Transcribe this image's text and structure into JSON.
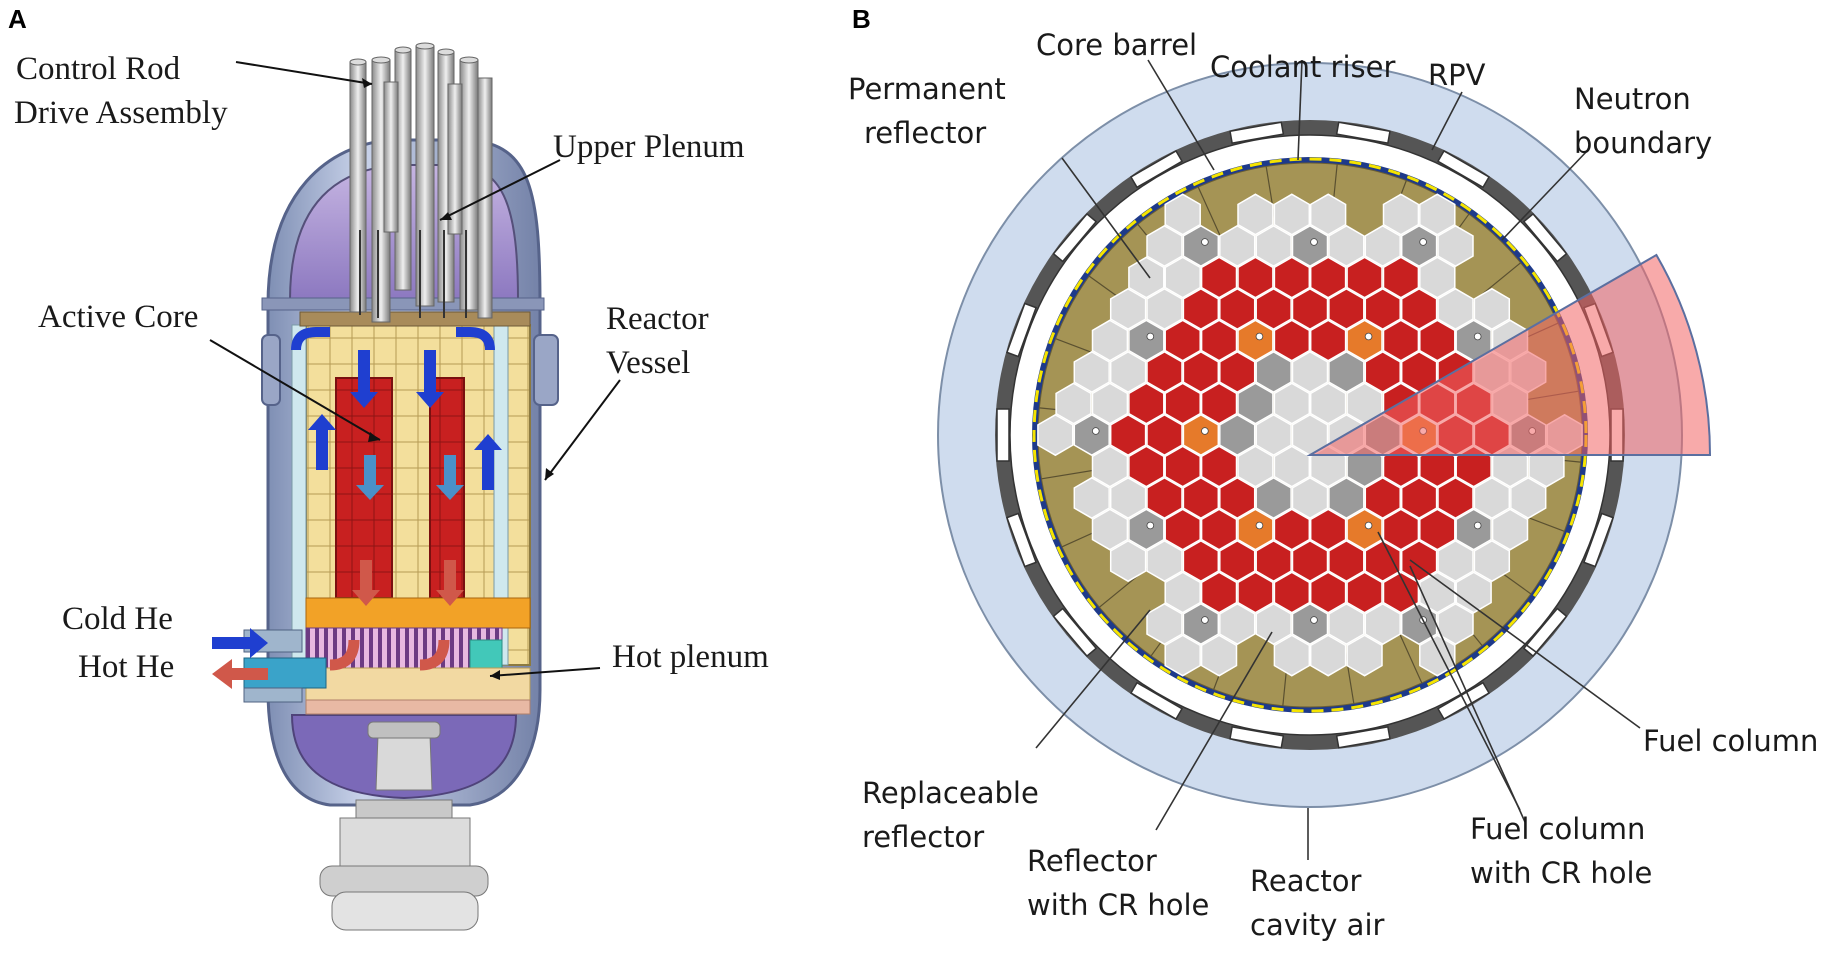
{
  "panels": {
    "a": {
      "letter": "A"
    },
    "b": {
      "letter": "B"
    }
  },
  "panelA": {
    "control_rod_line1": "Control Rod",
    "control_rod_line2": "Drive Assembly",
    "upper_plenum": "Upper Plenum",
    "active_core": "Active Core",
    "reactor_vessel_line1": "Reactor",
    "reactor_vessel_line2": "Vessel",
    "cold_he": "Cold He",
    "hot_he": "Hot He",
    "hot_plenum": "Hot plenum"
  },
  "panelB": {
    "core_barrel": "Core barrel",
    "coolant_riser": "Coolant riser",
    "rpv": "RPV",
    "permanent_reflector_line1": "Permanent",
    "permanent_reflector_line2": "reflector",
    "neutron_boundary_line1": "Neutron",
    "neutron_boundary_line2": "boundary",
    "fuel_column": "Fuel column",
    "replaceable_reflector_line1": "Replaceable",
    "replaceable_reflector_line2": "reflector",
    "reflector_cr_line1": "Reflector",
    "reflector_cr_line2": "with CR hole",
    "cavity_air_line1": "Reactor",
    "cavity_air_line2": "cavity air",
    "fuel_cr_line1": "Fuel column",
    "fuel_cr_line2": "with CR hole"
  },
  "colors": {
    "vessel": "#a9b6d0",
    "reflector_block": "#f3df9c",
    "fuel_red": "#c82020",
    "fuel_orange": "#e67a2a",
    "cold_flow": "#1f3fd0",
    "hot_flow": "#d0584a",
    "permanent_reflector": "#a59455",
    "rpv_ring": "#cfdcee",
    "core_barrel_ring": "#555555",
    "replaceable_gray": "#9a9a9a",
    "light_gray": "#d9d9d9",
    "neutron_boundary": "#f5e400",
    "sector_pink": "#f58a8a"
  }
}
